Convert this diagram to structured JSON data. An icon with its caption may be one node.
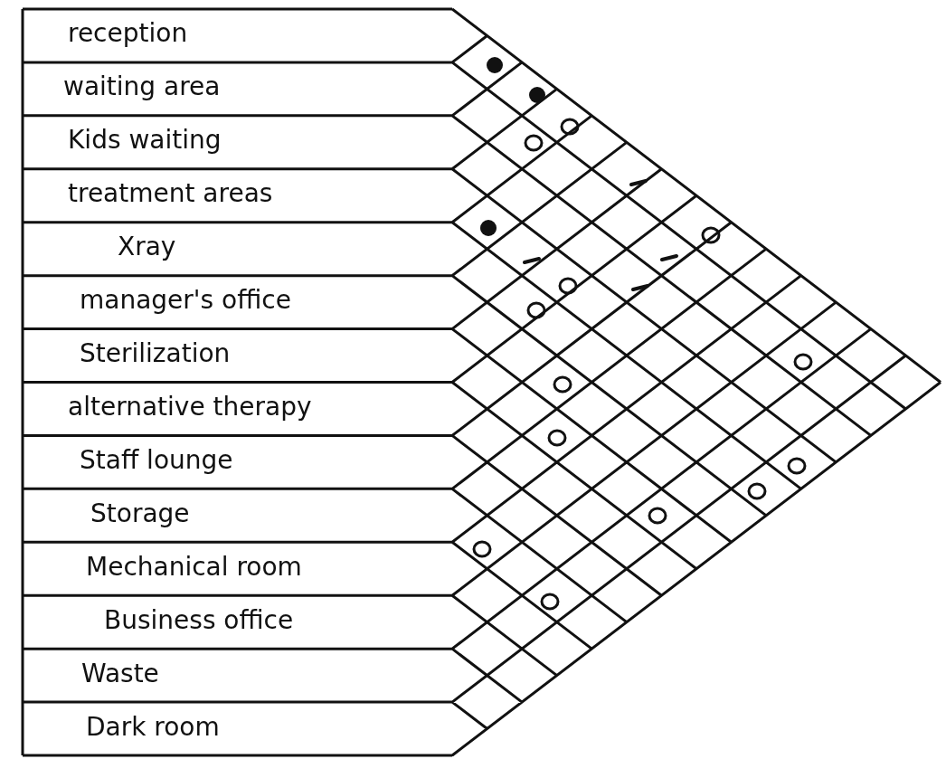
{
  "diagram": {
    "labels": [
      "reception",
      "waiting area",
      "Kids waiting",
      "treatment areas",
      "Xray",
      "manager's office",
      "Sterilization",
      "alternative therapy",
      "Staff lounge",
      "Storage",
      "Mechanical room",
      "Business office",
      "Waste",
      "Dark room"
    ]
  }
}
